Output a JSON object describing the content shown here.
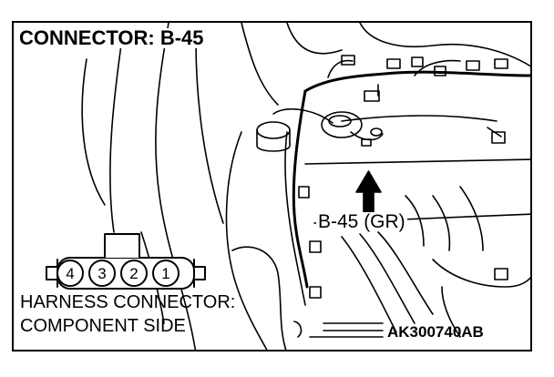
{
  "diagram": {
    "title": "CONNECTOR: B-45",
    "callout_label": "B-45 (GR)",
    "harness_label_line1": "HARNESS CONNECTOR:",
    "harness_label_line2": "COMPONENT SIDE",
    "figure_code": "AK300740AB",
    "connector_pins": [
      "4",
      "3",
      "2",
      "1"
    ]
  }
}
